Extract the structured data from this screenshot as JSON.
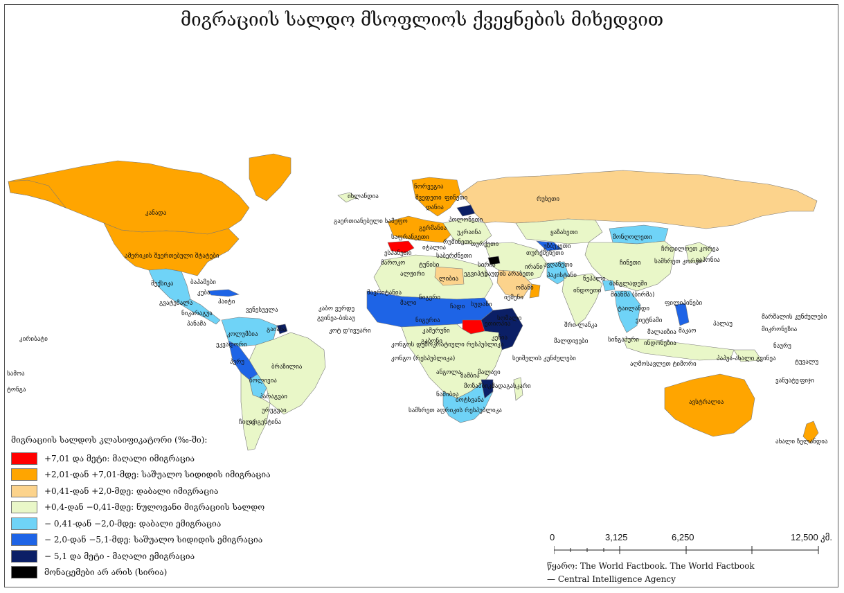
{
  "title": "მიგრაციის სალდო მსოფლიოს ქვეყნების მიხედვით",
  "legend": {
    "heading": "მიგრაციის სალდოს კლასიფიკატორი (‰-ში):",
    "items": [
      {
        "label": "+7,01 და მეტი: მაღალი იმიგრაცია",
        "color": "#ff0000"
      },
      {
        "label": "+2,01-დან +7,01-მდე: საშუალო  სიდიდის იმიგრაცია",
        "color": "#ffa500"
      },
      {
        "label": "+0,41-დან +2,0-მდე:  დაბალი იმიგრაცია",
        "color": "#fcd38c"
      },
      {
        "label": "+0,4-დან −0,41-მდე: ნულოვანი მიგრაციის სალდო",
        "color": "#e9f7c8"
      },
      {
        "label": "− 0,41-დან −2,0-მდე: დაბალი ემიგრაცია",
        "color": "#6fd3f7"
      },
      {
        "label": "− 2,0-დან  −5,1-მდე: საშუალო სიდიდის ემიგრაცია",
        "color": "#1e64e6"
      },
      {
        "label": "− 5,1 და მეტი - მაღალი ემიგრაცია",
        "color": "#0b1f66"
      },
      {
        "label": "მონაცემები არ არის (სირია)",
        "color": "#000000"
      }
    ]
  },
  "scale": {
    "ticks": [
      "0",
      "3,125",
      "6,250",
      "12,500"
    ],
    "unit": "კმ."
  },
  "source": {
    "line1": "წყარო:  The World Factbook. The World Factbook",
    "line2": "— Central Intelligence Agency"
  },
  "countries": [
    {
      "name": "კანადა",
      "color": "#ffa500"
    },
    {
      "name": "ამერიკის შეერთებული შტატები",
      "color": "#ffa500"
    },
    {
      "name": "მექსიკა",
      "color": "#6fd3f7"
    },
    {
      "name": "ბაჰამები",
      "color": "#e9f7c8"
    },
    {
      "name": "კუბა",
      "color": "#1e64e6"
    },
    {
      "name": "ჰაიტი",
      "color": "#1e64e6"
    },
    {
      "name": "გვატემალა",
      "color": "#6fd3f7"
    },
    {
      "name": "ნიკარაგუა",
      "color": "#6fd3f7"
    },
    {
      "name": "პანამა",
      "color": "#e9f7c8"
    },
    {
      "name": "ვენესუელა",
      "color": "#6fd3f7"
    },
    {
      "name": "კოლუმბია",
      "color": "#6fd3f7"
    },
    {
      "name": "გაიანა",
      "color": "#0b1f66"
    },
    {
      "name": "ეკვადორი",
      "color": "#6fd3f7"
    },
    {
      "name": "პერუ",
      "color": "#1e64e6"
    },
    {
      "name": "ბრაზილია",
      "color": "#e9f7c8"
    },
    {
      "name": "ბოლივია",
      "color": "#6fd3f7"
    },
    {
      "name": "პარაგვაი",
      "color": "#e9f7c8"
    },
    {
      "name": "ურუგვაი",
      "color": "#e9f7c8"
    },
    {
      "name": "ჩილე",
      "color": "#e9f7c8"
    },
    {
      "name": "არგენტინა",
      "color": "#e9f7c8"
    },
    {
      "name": "ისლანდია",
      "color": "#e9f7c8"
    },
    {
      "name": "ნორვეგია",
      "color": "#ffa500"
    },
    {
      "name": "შვედეთი",
      "color": "#ffa500"
    },
    {
      "name": "ფინეთი",
      "color": "#fcd38c"
    },
    {
      "name": "დანია",
      "color": "#ffa500"
    },
    {
      "name": "გაერთიანებული სამეფო",
      "color": "#ffa500"
    },
    {
      "name": "გერმანია",
      "color": "#ffa500"
    },
    {
      "name": "პოლონეთი",
      "color": "#e9f7c8"
    },
    {
      "name": "უკრაინა",
      "color": "#e9f7c8"
    },
    {
      "name": "საფრანგეთი",
      "color": "#fcd38c"
    },
    {
      "name": "იტალია",
      "color": "#ffa500"
    },
    {
      "name": "რუმინეთი",
      "color": "#e9f7c8"
    },
    {
      "name": "თურქმენეთი",
      "color": "#e9f7c8"
    },
    {
      "name": "ესპანეთი",
      "color": "#ff0000"
    },
    {
      "name": "თურქეთი",
      "color": "#e9f7c8"
    },
    {
      "name": "საბერძნეთი",
      "color": "#ffa500"
    },
    {
      "name": "სირია",
      "color": "#000000"
    },
    {
      "name": "რუსეთი",
      "color": "#fcd38c"
    },
    {
      "name": "ყაზახეთი",
      "color": "#e9f7c8"
    },
    {
      "name": "უზბეკეთი",
      "color": "#1e64e6"
    },
    {
      "name": "თურქმენეთი",
      "color": "#e9f7c8"
    },
    {
      "name": "მონღოლეთი",
      "color": "#6fd3f7"
    },
    {
      "name": "ჩინეთი",
      "color": "#e9f7c8"
    },
    {
      "name": "ჩრდილოეთ კორეა",
      "color": "#e9f7c8"
    },
    {
      "name": "სამხრეთ კორეა",
      "color": "#e9f7c8"
    },
    {
      "name": "იაპონია",
      "color": "#e9f7c8"
    },
    {
      "name": "ირანი",
      "color": "#e9f7c8"
    },
    {
      "name": "ავღანეთი",
      "color": "#e9f7c8"
    },
    {
      "name": "პაკისტანი",
      "color": "#6fd3f7"
    },
    {
      "name": "ნეპალი",
      "color": "#e9f7c8"
    },
    {
      "name": "ბანგლადეში",
      "color": "#6fd3f7"
    },
    {
      "name": "ინდოეთი",
      "color": "#e9f7c8"
    },
    {
      "name": "მიანმა (ბირმა)",
      "color": "#e9f7c8"
    },
    {
      "name": "ტაილანდი",
      "color": "#e9f7c8"
    },
    {
      "name": "ვიეტნამი",
      "color": "#6fd3f7"
    },
    {
      "name": "ფილიპინები",
      "color": "#1e64e6"
    },
    {
      "name": "მალაიზია",
      "color": "#e9f7c8"
    },
    {
      "name": "ინდონეზია",
      "color": "#e9f7c8"
    },
    {
      "name": "სინგაპური",
      "color": "#ffa500"
    },
    {
      "name": "შრი-ლანკა",
      "color": "#6fd3f7"
    },
    {
      "name": "საუდის არაბეთი",
      "color": "#fcd38c"
    },
    {
      "name": "ომანი",
      "color": "#ffa500"
    },
    {
      "name": "იემენი",
      "color": "#e9f7c8"
    },
    {
      "name": "მაროკო",
      "color": "#6fd3f7"
    },
    {
      "name": "ალჟირი",
      "color": "#e9f7c8"
    },
    {
      "name": "ტუნისი",
      "color": "#e9f7c8"
    },
    {
      "name": "ლიბია",
      "color": "#fcd38c"
    },
    {
      "name": "ეგვიპტე",
      "color": "#e9f7c8"
    },
    {
      "name": "მავრიტანია",
      "color": "#e9f7c8"
    },
    {
      "name": "მალი",
      "color": "#1e64e6"
    },
    {
      "name": "ნიგერი",
      "color": "#e9f7c8"
    },
    {
      "name": "ჩადი",
      "color": "#1e64e6"
    },
    {
      "name": "სუდანი",
      "color": "#1e64e6"
    },
    {
      "name": "სამხრეთ სუდანი",
      "color": "#ff0000"
    },
    {
      "name": "ეთიოპია",
      "color": "#e9f7c8"
    },
    {
      "name": "სომალი",
      "color": "#0b1f66"
    },
    {
      "name": "კენია",
      "color": "#e9f7c8"
    },
    {
      "name": "ნიგერია",
      "color": "#e9f7c8"
    },
    {
      "name": "კამერუნი",
      "color": "#e9f7c8"
    },
    {
      "name": "გაბონი",
      "color": "#e9f7c8"
    },
    {
      "name": "კონგოს დემოკრატიული რესპუბლიკა",
      "color": "#e9f7c8"
    },
    {
      "name": "კონგო (რესპუბლიკა)",
      "color": "#e9f7c8"
    },
    {
      "name": "ანგოლა",
      "color": "#e9f7c8"
    },
    {
      "name": "ზამბია",
      "color": "#e9f7c8"
    },
    {
      "name": "მალავი",
      "color": "#e9f7c8"
    },
    {
      "name": "მოზამბიკი",
      "color": "#0b1f66"
    },
    {
      "name": "მადაგასკარი",
      "color": "#e9f7c8"
    },
    {
      "name": "ნამიბია",
      "color": "#e9f7c8"
    },
    {
      "name": "ბოტსვანა",
      "color": "#ffa500"
    },
    {
      "name": "სამხრეთ აფრიკის რესპუბლიკა",
      "color": "#e9f7c8"
    },
    {
      "name": "ავსტრალია",
      "color": "#ffa500"
    },
    {
      "name": "ახალი ზელანდია",
      "color": "#ffa500"
    },
    {
      "name": "პაპუა-ახალი გვინეა",
      "color": "#e9f7c8"
    }
  ],
  "map_labels": [
    "კანადა",
    "ამერიკის შეერთებული შტატები",
    "მექსიკა",
    "ბაჰამები",
    "კუბა",
    "ჰაიტი",
    "გვატემალა",
    "ნიკარაგუა",
    "პანამა",
    "ვენესუელა",
    "კოლუმბია",
    "გაიანა",
    "ეკვადორი",
    "პერუ",
    "ბრაზილია",
    "ბოლივია",
    "პარაგვაი",
    "ურუგვაი",
    "ჩილე",
    "არგენტინა",
    "კირიბატი",
    "სამოა",
    "ტონგა",
    "ისლანდია",
    "ნორვეგია",
    "შვედეთი",
    "ფინეთი",
    "დანია",
    "გაერთიანებული სამეფო",
    "გერმანია",
    "პოლონეთი",
    "უკრაინა",
    "საფრანგეთი",
    "ესპანეთი",
    "იტალია",
    "რუმინეთი",
    "საბერძნეთი",
    "თურქეთი",
    "სირია",
    "რუსეთი",
    "ყაზახეთი",
    "უზბეკეთი",
    "თურქმენეთი",
    "მონღოლეთი",
    "ჩინეთი",
    "ჩრდილოეთ კორეა",
    "სამხრეთ კორეა",
    "იაპონია",
    "ირანი",
    "ავღანეთი",
    "პაკისტანი",
    "ნეპალი",
    "ბანგლადეში",
    "ინდოეთი",
    "მიანმა (ბირმა)",
    "ტაილანდი",
    "ვიეტნამი",
    "ფილიპინები",
    "მალაიზია",
    "ინდონეზია",
    "სინგაპური",
    "შრი-ლანკა",
    "მალდივები",
    "საუდის არაბეთი",
    "ომანი",
    "იემენი",
    "მაროკო",
    "ალჟირი",
    "ტუნისი",
    "ლიბია",
    "ეგვიპტე",
    "მავრიტანია",
    "მალი",
    "ნიგერი",
    "ჩადი",
    "სუდანი",
    "ეთიოპია",
    "სომალი",
    "კენია",
    "ნიგერია",
    "კამერუნი",
    "გაბონი",
    "კონგოს დემოკრატიული რესპუბლიკა",
    "კონგო (რესპუბლიკა)",
    "ანგოლა",
    "ზამბია",
    "მალავი",
    "მოზამბიკი",
    "მადაგასკარი",
    "ნამიბია",
    "ბოტსვანა",
    "სამხრეთ აფრიკის რესპუბლიკა",
    "სეიშელის კუნძულები",
    "კაბო ვერდე",
    "გვინეა-ბისაუ",
    "კოტ დ'ივუარი",
    "ავსტრალია",
    "ახალი ზელანდია",
    "პაპუა-ახალი გვინეა",
    "აღმოსავლეთ ტიმორი",
    "ტუვალუ",
    "ვანუატუ",
    "ფიჯი",
    "ნაურუ",
    "მიკრონეზია",
    "მარშალის კუნძულები",
    "პალაუ",
    "მაკაო"
  ]
}
